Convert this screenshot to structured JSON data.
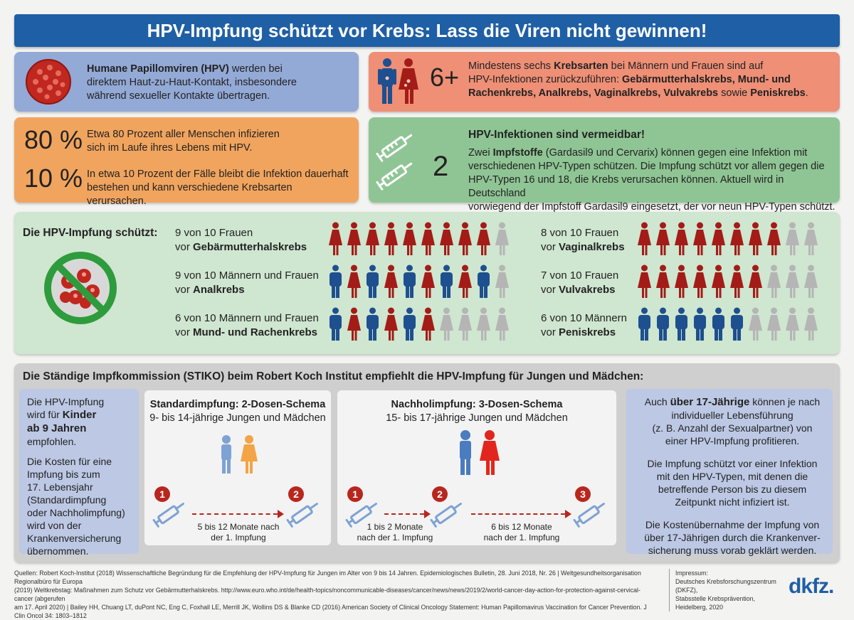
{
  "title": "HPV-Impfung schützt vor Krebs: Lass die Viren nicht gewinnen!",
  "hpv_box": {
    "bold": "Humane Papillomviren (HPV)",
    "rest1": " werden bei",
    "line2": "direktem Haut-zu-Haut-Kontakt, insbesondere",
    "line3": "während sexueller Kontakte übertragen."
  },
  "six_box": {
    "number": "6+",
    "l1a": "Mindestens sechs ",
    "l1b": "Krebsarten",
    "l1c": " bei Männern und Frauen sind auf",
    "l2a": "HPV-Infektionen zurückzuführen: ",
    "l2b": "Gebärmutterhalskrebs, Mund- und",
    "l3": "Rachenkrebs, Analkrebs, Vaginalkrebs, Vulvakrebs",
    "l3b": " sowie ",
    "l3c": "Peniskrebs",
    "l3d": "."
  },
  "pct_box": {
    "p1": "80 %",
    "t1a": "Etwa 80 Prozent aller Menschen infizieren",
    "t1b": "sich im Laufe ihres Lebens mit HPV.",
    "p2": "10 %",
    "t2a": "In etwa 10 Prozent der Fälle bleibt die Infektion dauerhaft",
    "t2b": "bestehen und kann verschiedene Krebsarten verursachen."
  },
  "vac_box": {
    "heading": "HPV-Infektionen sind vermeidbar!",
    "number": "2",
    "l1a": "Zwei ",
    "l1b": "Impfstoffe",
    "l1c": " (Gardasil9 und Cervarix) können gegen eine Infektion mit",
    "l2": "verschiedenen HPV-Typen schützen. Die Impfung schützt vor allem gegen die",
    "l3": "HPV-Typen 16 und 18, die Krebs verursachen können. Aktuell wird in Deutschland",
    "l4": "vorwiegend der Impfstoff Gardasil9 eingesetzt, der vor neun HPV-Typen schützt."
  },
  "protection": {
    "heading": "Die HPV-Impfung schützt:",
    "rows": [
      {
        "l1": "9 von 10 Frauen",
        "l2a": "vor ",
        "l2b": "Gebärmutterhalskrebs",
        "figs": "FFFFFFFFFg"
      },
      {
        "l1": "9 von 10 Männern und Frauen",
        "l2a": "vor ",
        "l2b": "Analkrebs",
        "figs": "MFMFMFMFMg"
      },
      {
        "l1": "6 von 10 Männern und Frauen",
        "l2a": "vor ",
        "l2b": "Mund- und Rachenkrebs",
        "figs": "MFMFMFggggg"
      },
      {
        "l1": "8 von 10 Frauen",
        "l2a": "vor ",
        "l2b": "Vaginalkrebs",
        "figs": "FFFFFFFFgg"
      },
      {
        "l1": "7 von 10 Frauen",
        "l2a": "vor ",
        "l2b": "Vulvakrebs",
        "figs": "FFFFFFFggg"
      },
      {
        "l1": "6 von 10 Männern",
        "l2a": "vor ",
        "l2b": "Peniskrebs",
        "figs": "MMMMMMgggg"
      }
    ]
  },
  "stiko": {
    "heading": "Die Ständige Impfkommission (STIKO) beim Robert Koch Institut empfiehlt die HPV-Impfung für Jungen und Mädchen:",
    "left": {
      "l1": "Die HPV-Impfung",
      "l2a": "wird für ",
      "l2b": "Kinder",
      "l3": "ab 9 Jahren",
      "l4": "empfohlen.",
      "p2": [
        "Die Kosten für eine",
        "Impfung bis zum",
        "17. Lebensjahr",
        "(Standardimpfung",
        "oder Nachholimpfung)",
        "wird von der",
        "Krankenversicherung",
        "übernommen."
      ]
    },
    "std": {
      "title": "Standardimpfung: 2-Dosen-Schema",
      "sub": "9- bis 14-jährige Jungen und Mädchen",
      "n1": "1",
      "n2": "2",
      "gap": [
        "5 bis 12 Monate nach",
        "der 1. Impfung"
      ]
    },
    "nach": {
      "title": "Nachholimpfung: 3-Dosen-Schema",
      "sub": "15- bis 17-jährige Jungen und Mädchen",
      "n1": "1",
      "n2": "2",
      "n3": "3",
      "gap1": [
        "1 bis 2 Monate",
        "nach der 1. Impfung"
      ],
      "gap2": [
        "6 bis 12 Monate",
        "nach der 1. Impfung"
      ]
    },
    "right": {
      "p1a": "Auch ",
      "p1b": "über 17-Jährige",
      "p1c": " können je nach",
      "p1": [
        "individueller Lebensführung",
        "(z. B. Anzahl der Sexualpartner) von",
        "einer HPV-Impfung profitieren."
      ],
      "p2": [
        "Die Impfung schützt vor einer Infektion",
        "mit den HPV-Typen, mit denen die",
        "betreffende Person bis zu diesem",
        "Zeitpunkt nicht infiziert ist."
      ],
      "p3": [
        "Die Kostenübernahme der Impfung von",
        "über 17-Jährigen durch die Krankenver-",
        "sicherung muss vorab geklärt werden."
      ]
    }
  },
  "footer": {
    "sources": [
      "Quellen: Robert Koch-Institut (2018) Wissenschaftliche Begründung für die Empfehlung der HPV-Impfung für Jungen im Alter von 9 bis 14 Jahren. Epidemiologisches Bulletin, 28. Juni 2018, Nr. 26 | Weltgesundheitsorganisation Regionalbüro für Europa",
      "(2019) Weltkrebstag: Maßnahmen zum Schutz vor Gebärmutterhalskrebs. http://www.euro.who.int/de/health-topics/noncommunicable-diseases/cancer/news/news/2019/2/world-cancer-day-action-for-protection-against-cervical-cancer (abgerufen",
      "am 17. April 2020) | Bailey HH, Chuang LT, duPont NC, Eng C, Foxhall LE, Merrill JK, Wollins DS & Blanke CD (2016) American Society of Clinical Oncology Statement: Human Papillomavirus Vaccination for Cancer Prevention. J Clin Oncol 34: 1803–1812"
    ],
    "impress": [
      "Impressum:",
      "Deutsches Krebsforschungszentrum (DKFZ),",
      "Stabsstelle Krebsprävention, Heidelberg, 2020"
    ],
    "logo": "dkfz."
  },
  "colors": {
    "female": "#a31c17",
    "male": "#1e4f8f",
    "grey": "#b5b5b5"
  }
}
